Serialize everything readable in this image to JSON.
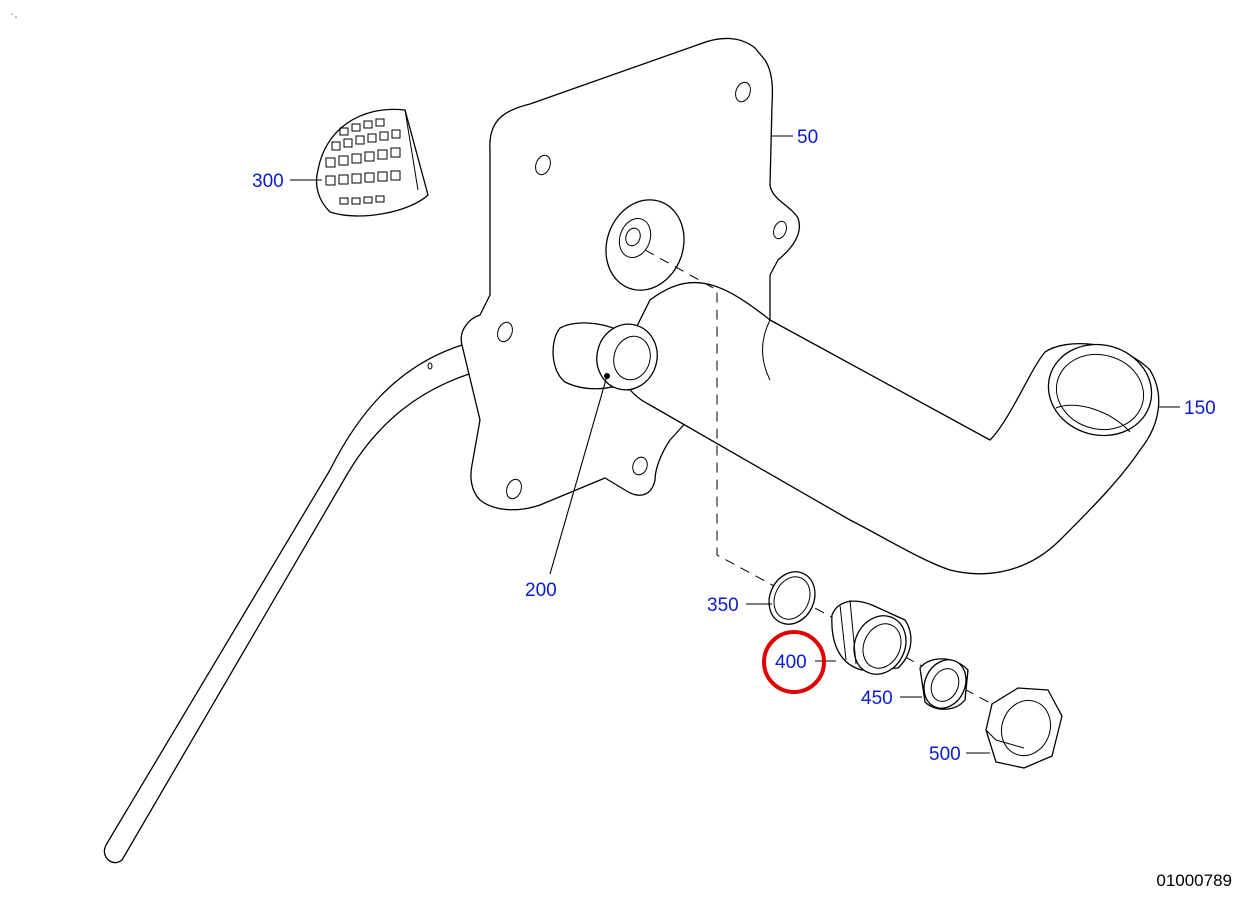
{
  "diagram": {
    "document_number": "01000789",
    "highlight_color": "#e00000",
    "callout_color": "#0a1ad4",
    "highlighted_part": "400",
    "callouts": [
      {
        "id": "50",
        "label": "50"
      },
      {
        "id": "150",
        "label": "150"
      },
      {
        "id": "200",
        "label": "200"
      },
      {
        "id": "300",
        "label": "300"
      },
      {
        "id": "350",
        "label": "350"
      },
      {
        "id": "400",
        "label": "400"
      },
      {
        "id": "450",
        "label": "450"
      },
      {
        "id": "500",
        "label": "500"
      }
    ]
  }
}
